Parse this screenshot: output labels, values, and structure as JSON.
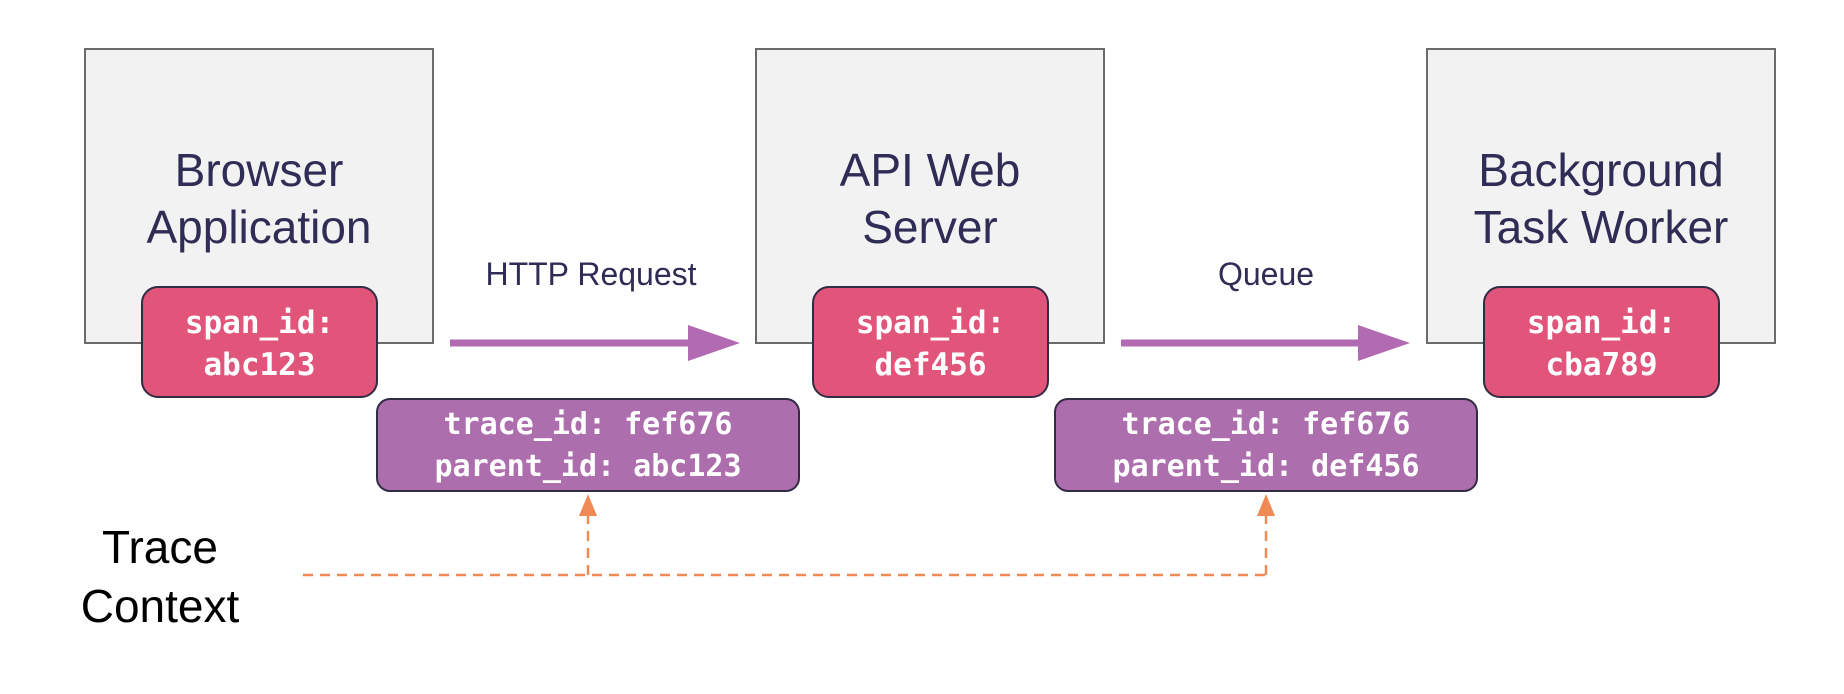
{
  "services": [
    {
      "title": "Browser\nApplication",
      "span_id_label": "span_id:",
      "span_id": "abc123"
    },
    {
      "title": "API Web\nServer",
      "span_id_label": "span_id:",
      "span_id": "def456"
    },
    {
      "title": "Background\nTask Worker",
      "span_id_label": "span_id:",
      "span_id": "cba789"
    }
  ],
  "edges": [
    {
      "label": "HTTP Request",
      "trace_line": "trace_id: fef676",
      "parent_line": "parent_id: abc123"
    },
    {
      "label": "Queue",
      "trace_line": "trace_id: fef676",
      "parent_line": "parent_id: def456"
    }
  ],
  "trace_context": {
    "label": "Trace\nContext"
  },
  "colors": {
    "service_fill": "#f2f2f2",
    "span_badge": "#e2557a",
    "context_box": "#ad6ead",
    "flow_arrow": "#b26ab2",
    "trace_context_line": "#f08a55",
    "title_text": "#2f2c55"
  }
}
